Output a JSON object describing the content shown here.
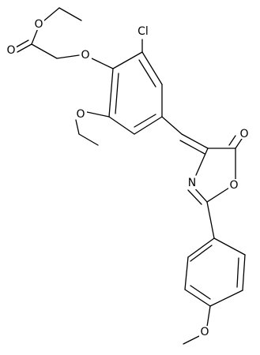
{
  "molecule": {
    "atom_labels": {
      "o_carbonyl_ester": "O",
      "o_ester": "O",
      "o_ether": "O",
      "cl": "Cl",
      "o_ethoxy": "O",
      "o_lactone_carbonyl": "O",
      "n_ring": "N",
      "o_ring": "O",
      "o_methoxy": "O"
    }
  }
}
